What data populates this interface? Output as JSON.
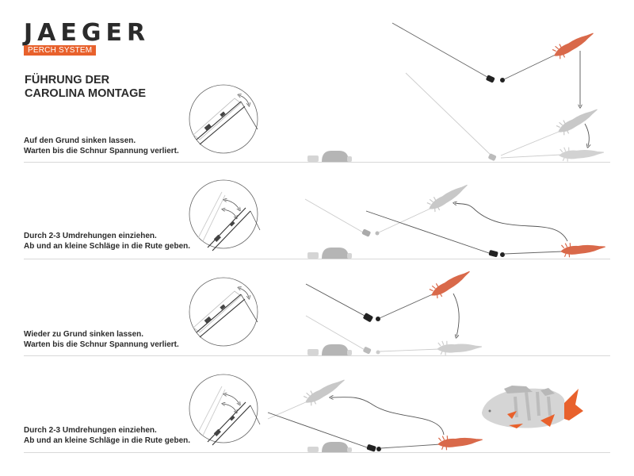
{
  "header": {
    "brand": "JAEGER",
    "badge": "PERCH SYSTEM",
    "title_line1": "FÜHRUNG DER",
    "title_line2": "CAROLINA MONTAGE"
  },
  "colors": {
    "accent": "#e8612c",
    "lure": "#d9694a",
    "ghost": "#c8c8c8",
    "line": "#555555",
    "ground": "#d8d8d8",
    "stone": "#b5b5b5"
  },
  "steps": [
    {
      "line1": "Auf den Grund sinken lassen.",
      "line2": "Warten bis die Schnur Spannung verliert."
    },
    {
      "line1": "Durch 2-3 Umdrehungen einziehen.",
      "line2": "Ab und an kleine Schläge in die Rute geben."
    },
    {
      "line1": "Wieder zu Grund sinken lassen.",
      "line2": "Warten bis die Schnur Spannung verliert."
    },
    {
      "line1": "Durch 2-3 Umdrehungen einziehen.",
      "line2": "Ab und an kleine Schläge in die Rute geben."
    }
  ]
}
